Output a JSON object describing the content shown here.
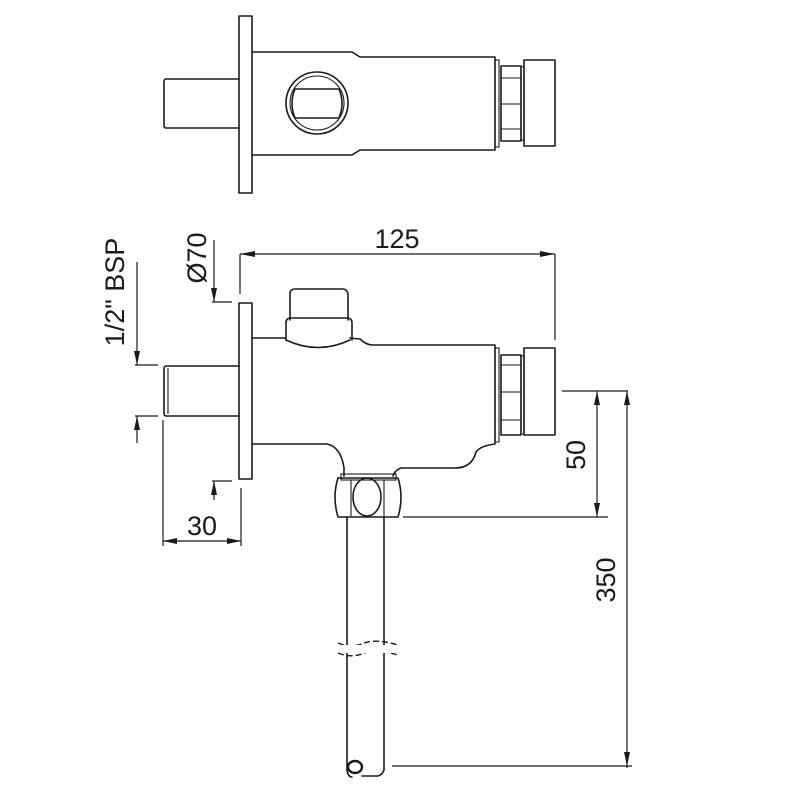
{
  "diagram": {
    "title": "Timed flush valve technical drawing",
    "views": [
      {
        "name": "top-view",
        "description": "Plan view of valve body with wall flange, inlet stub, inspection port and push button"
      },
      {
        "name": "side-view",
        "description": "Side elevation with dimensions and outlet pipe"
      }
    ],
    "dimensions": {
      "overall_length": "125",
      "flange_diameter": "Ø70",
      "inlet_thread": "1/2\" BSP",
      "inlet_projection": "30",
      "outlet_offset": "50",
      "pipe_length": "350"
    },
    "colors": {
      "line": "#1a1a1a",
      "background": "#ffffff"
    }
  }
}
